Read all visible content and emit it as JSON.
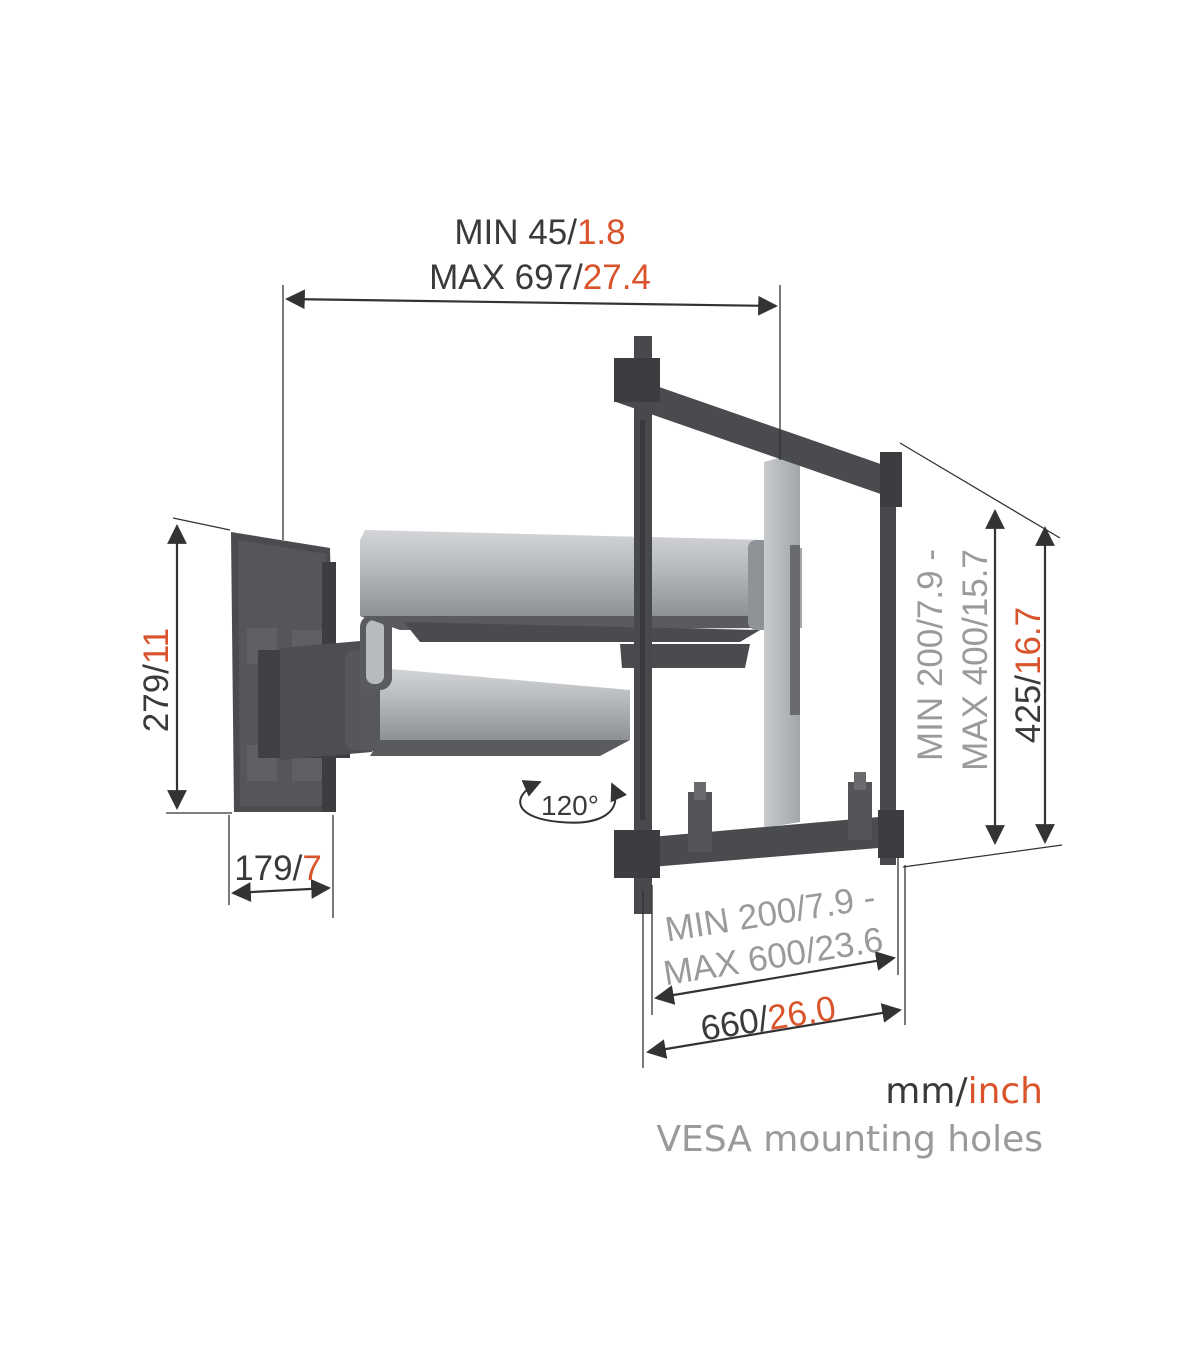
{
  "colors": {
    "dark_text": "#3a3a3a",
    "accent": "#d9532b",
    "gray_text": "#9a9a9a",
    "metal_dark": "#4a4b4e",
    "metal_silver": "#b7babd",
    "line": "#333333"
  },
  "dims": {
    "arm_extension": {
      "min_label": "MIN 45/",
      "min_value": "1.8",
      "max_label": "MAX 697/",
      "max_value": "27.4"
    },
    "wall_plate_height": {
      "mm": "279/",
      "inch": "11"
    },
    "wall_plate_width": {
      "mm": "179/",
      "inch": "7"
    },
    "swivel": {
      "angle": "120°"
    },
    "vesa_vertical": {
      "line1_mm": "MIN 200/",
      "line1_inch": "7.9 -",
      "line2_mm": "MAX 400/",
      "line2_inch": "15.7"
    },
    "frame_height": {
      "mm": "425/",
      "inch": "16.7"
    },
    "vesa_horizontal": {
      "line1_mm": "MIN 200/",
      "line1_inch": "7.9 -",
      "line2_mm": "MAX 600/",
      "line2_inch": "23.6"
    },
    "frame_width": {
      "mm": "660/",
      "inch": "26.0"
    }
  },
  "legend": {
    "unit_mm": "mm/",
    "unit_inch": "inch",
    "note": "VESA mounting holes"
  }
}
